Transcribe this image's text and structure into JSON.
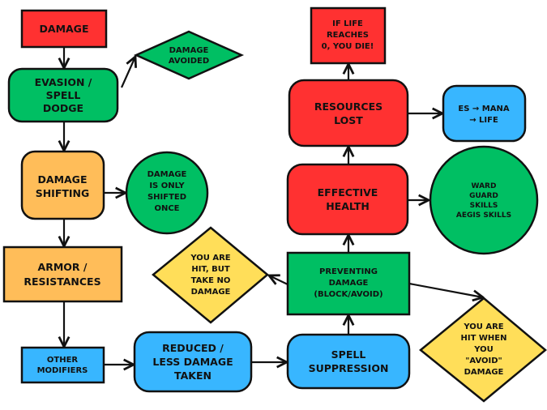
{
  "colors": {
    "red": "#ff3131",
    "green": "#00bf63",
    "orange": "#ffbd59",
    "blue": "#38b6ff",
    "yellow": "#ffde59"
  },
  "nodes": {
    "damage": [
      "DAMAGE"
    ],
    "damage_avoided": [
      "DAMAGE",
      "AVOIDED"
    ],
    "evasion": [
      "EVASION /",
      "SPELL",
      "DODGE"
    ],
    "damage_shifting": [
      "DAMAGE",
      "SHIFTING"
    ],
    "shifted_once": [
      "DAMAGE",
      "IS ONLY",
      "SHIFTED",
      "ONCE"
    ],
    "armor": [
      "ARMOR /",
      "RESISTANCES"
    ],
    "other_modifiers": [
      "OTHER",
      "MODIFIERS"
    ],
    "reduced": [
      "REDUCED /",
      "LESS DAMAGE",
      "TAKEN"
    ],
    "spell_suppression": [
      "SPELL",
      "SUPPRESSION"
    ],
    "preventing": [
      "PREVENTING",
      "DAMAGE",
      "(BLOCK/AVOID)"
    ],
    "hit_no_damage": [
      "YOU ARE",
      "HIT, BUT",
      "TAKE NO",
      "DAMAGE"
    ],
    "hit_when_avoid": [
      "YOU ARE",
      "HIT WHEN",
      "YOU",
      "\"AVOID\"",
      "DAMAGE"
    ],
    "effective_health": [
      "EFFECTIVE",
      "HEALTH"
    ],
    "ward": [
      "WARD",
      "GUARD",
      "SKILLS",
      "AEGIS SKILLS"
    ],
    "resources_lost": [
      "RESOURCES",
      "LOST"
    ],
    "es_mana_life": [
      "ES → MANA",
      "→ LIFE"
    ],
    "life_zero": [
      "IF LIFE",
      "REACHES",
      "0, YOU DIE!"
    ]
  }
}
